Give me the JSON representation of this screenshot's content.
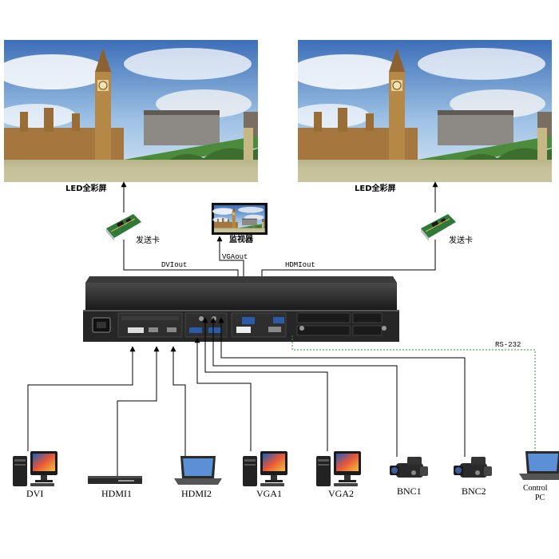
{
  "screens": {
    "left_label": "LED全彩屏",
    "right_label": "LED全彩屏"
  },
  "cards": {
    "left_label": "发送卡",
    "right_label": "发送卡"
  },
  "monitor": {
    "label": "监视器"
  },
  "outputs": {
    "dvi": "DVIout",
    "vga": "VGAout",
    "hdmi": "HDMIout"
  },
  "control": {
    "link_label": "RS-232",
    "pc_line1": "Control",
    "pc_line2": "PC"
  },
  "sources": [
    {
      "id": "dvi",
      "label": "DVI",
      "icon": "desktop-pc-icon"
    },
    {
      "id": "hdmi1",
      "label": "HDMI1",
      "icon": "media-player-icon"
    },
    {
      "id": "hdmi2",
      "label": "HDMI2",
      "icon": "laptop-icon"
    },
    {
      "id": "vga1",
      "label": "VGA1",
      "icon": "desktop-pc-icon"
    },
    {
      "id": "vga2",
      "label": "VGA2",
      "icon": "desktop-pc-icon"
    },
    {
      "id": "bnc1",
      "label": "BNC1",
      "icon": "video-camera-icon"
    },
    {
      "id": "bnc2",
      "label": "BNC2",
      "icon": "video-camera-icon"
    }
  ],
  "colors": {
    "cable": "#000000",
    "serial_link": "#2e9b3e",
    "device_body": "#2b2b2b"
  }
}
